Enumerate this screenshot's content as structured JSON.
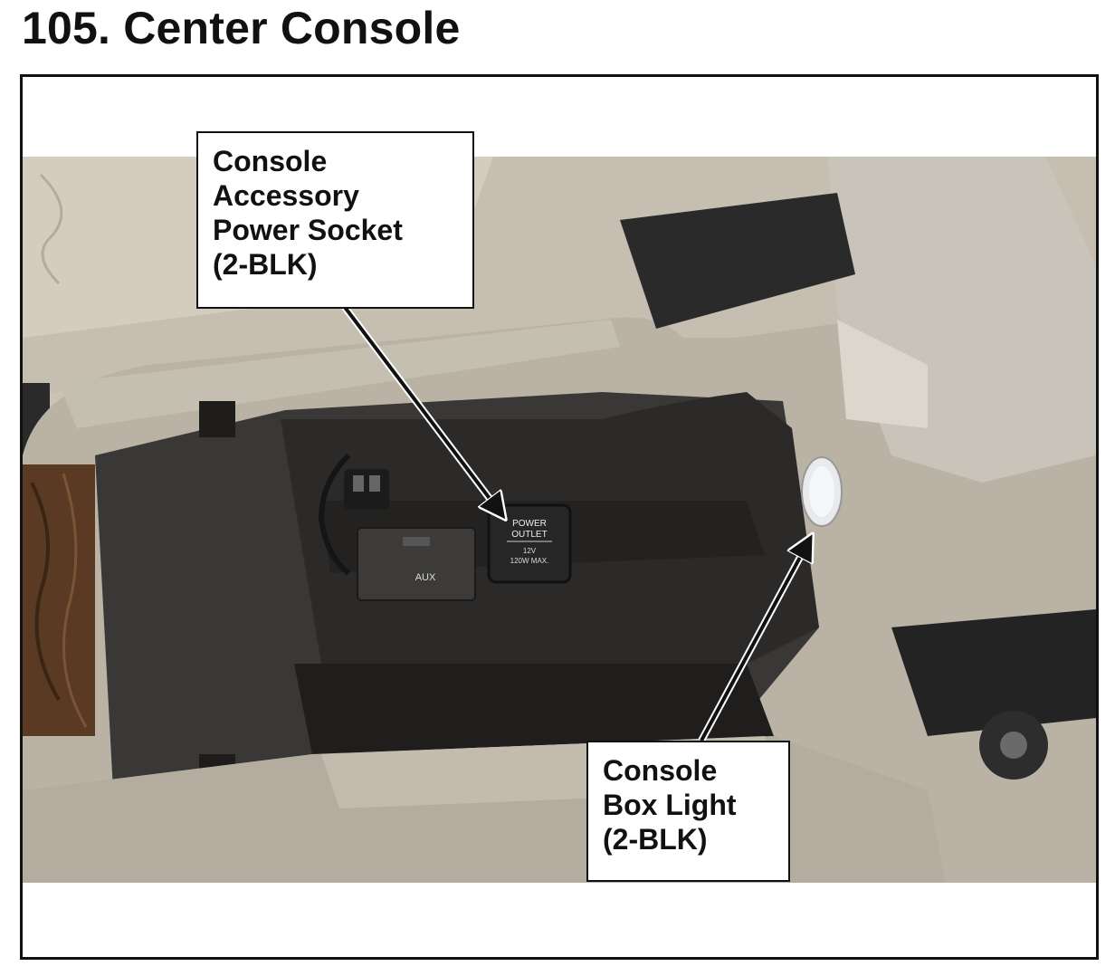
{
  "page": {
    "title": "105.  Center Console"
  },
  "callouts": {
    "power_socket": {
      "lines": [
        "Console",
        "Accessory",
        "Power Socket",
        "(2-BLK)"
      ]
    },
    "box_light": {
      "lines": [
        "Console",
        "Box Light",
        "(2-BLK)"
      ]
    }
  },
  "photo": {
    "outlet_label": [
      "POWER",
      "OUTLET",
      "12V",
      "120W MAX."
    ],
    "aux_label": "AUX"
  }
}
